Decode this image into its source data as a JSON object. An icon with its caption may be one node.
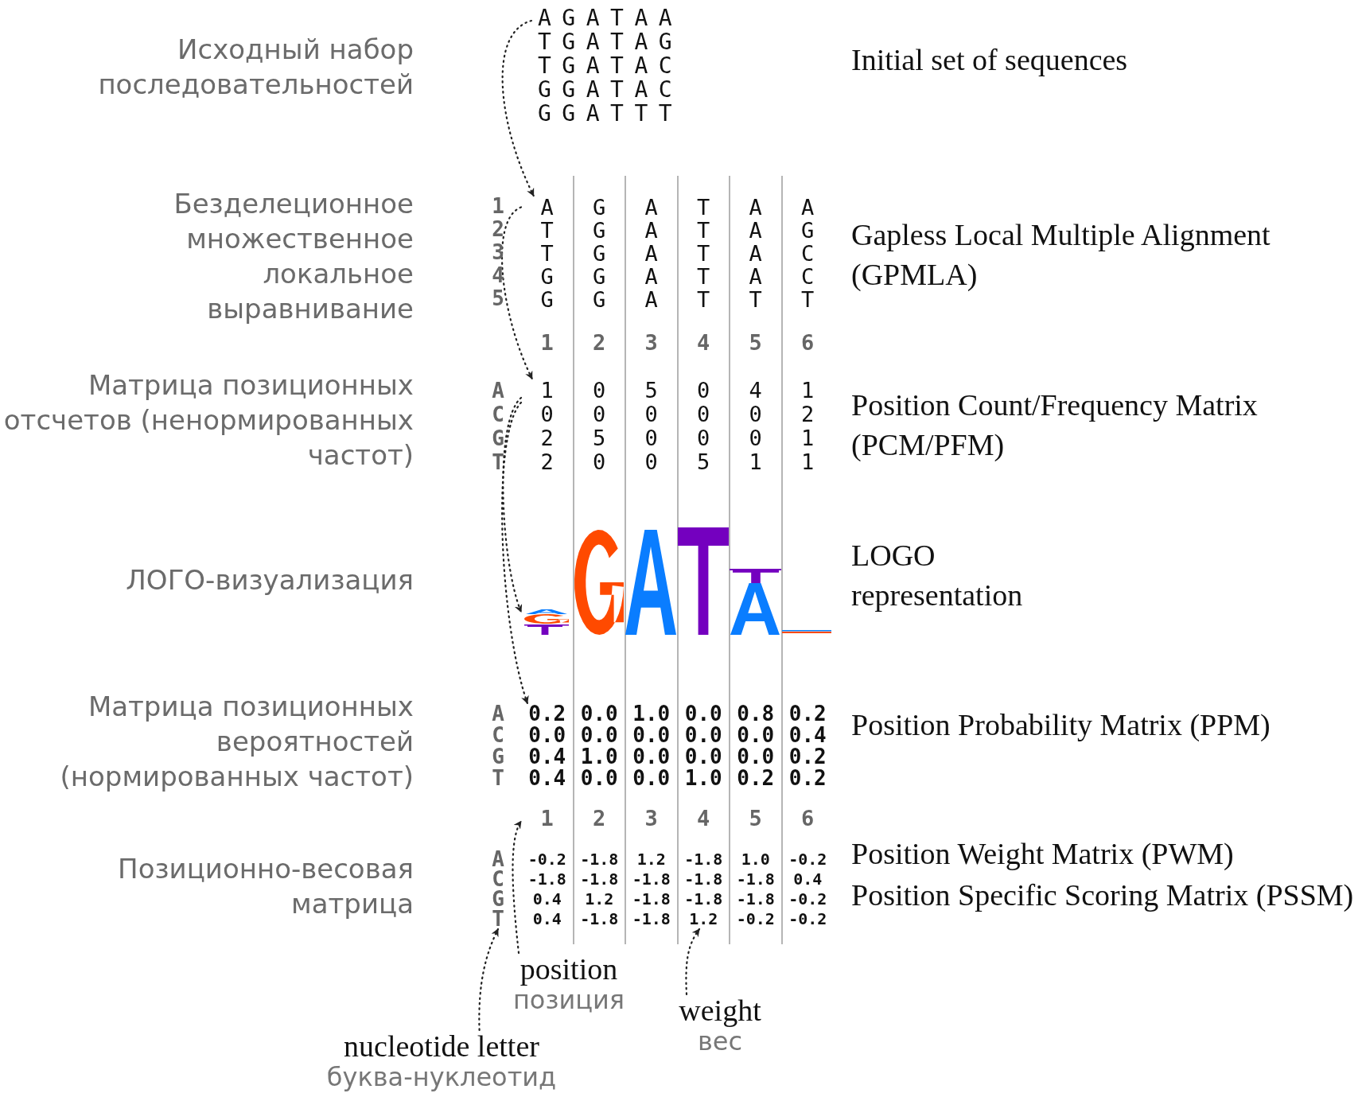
{
  "diagram": {
    "nodes": [
      {
        "text": [
          "AGATAA",
          "TGATAG",
          "TGATAC",
          "GGATAC",
          "GGATTT"
        ]
      },
      {
        "text": [
          "A",
          "G",
          "A",
          "T",
          "A",
          "A",
          "T",
          "G",
          "A",
          "T",
          "A",
          "G",
          "T",
          "G",
          "A",
          "T",
          "A",
          "C",
          "G",
          "G",
          "A",
          "T",
          "A",
          "C",
          "G",
          "G",
          "A",
          "T",
          "T",
          "T"
        ]
      },
      {
        "text": [
          "1",
          "0",
          "5",
          "0",
          "4",
          "1",
          "0",
          "0",
          "0",
          "0",
          "0",
          "2",
          "2",
          "5",
          "0",
          "0",
          "0",
          "1",
          "2",
          "0",
          "0",
          "5",
          "1",
          "1"
        ]
      },
      {
        "text": [],
        "shape": "picture"
      },
      {
        "text": [
          "0.2",
          "0.0",
          "1.0",
          "0.0",
          "0.8",
          "0.2",
          "0.0",
          "0.0",
          "0.0",
          "0.0",
          "0.0",
          "0.4",
          "0.4",
          "1.0",
          "0.0",
          "0.0",
          "0.0",
          "0.2",
          "0.4",
          "0.0",
          "0.0",
          "1.0",
          "0.2",
          "0.2"
        ]
      },
      {
        "text": [
          "-0.2",
          "-1.8",
          "1.2",
          "-1.8",
          "1.0",
          "-0.2",
          "-1.8",
          "-1.8",
          "-1.8",
          "-1.8",
          "-1.8",
          "0.4",
          "0.4",
          "1.2",
          "-1.8",
          "-1.8",
          "-1.8",
          "-0.2",
          "0.4",
          "-1.8",
          "-1.8",
          "1.2",
          "-0.2",
          "-0.2"
        ]
      },
      {
        "text": [
          "nucleotide letter",
          "буква-нуклеотид"
        ]
      },
      {
        "text": [
          "position",
          "позиция"
        ]
      },
      {
        "text": [
          "weight",
          "вес"
        ]
      },
      {
        "text": [
          "1"
        ]
      },
      {
        "text": [
          "T"
        ]
      }
    ],
    "edges": [
      {
        "from": 0,
        "to": 1,
        "arrow": "to",
        "style": "dashed"
      },
      {
        "from": 1,
        "to": 2,
        "arrow": "to",
        "style": "dashed"
      },
      {
        "from": 2,
        "to": 3,
        "arrow": "to",
        "style": "dashed"
      },
      {
        "from": 2,
        "to": 4,
        "arrow": "to",
        "style": "dashed"
      },
      {
        "from": 6,
        "to": 10,
        "arrow": "to",
        "style": "dashed"
      },
      {
        "from": 7,
        "to": 9,
        "arrow": "to",
        "style": "dashed"
      },
      {
        "from": 8,
        "to": 5,
        "arrow": "to",
        "style": "dashed"
      }
    ],
    "labels": [
      "Исходный набор последовательностей",
      "Initial set of sequences",
      "Безделеционное множественное локальное выравнивание",
      "Gapless Local Multiple Alignment (GPMLA)",
      "1",
      "2",
      "3",
      "4",
      "5",
      "1",
      "2",
      "3",
      "4",
      "5",
      "6",
      "Матрица позиционных отсчетов (ненормированных частот)",
      "Position Count/Frequency Matrix (PCM/PFM)",
      "A",
      "C",
      "G",
      "T",
      "ЛОГО-визуализация",
      "LOGO representation",
      "Матрица позиционных вероятностей (нормированных частот)",
      "Position Probability Matrix (PPM)",
      "A",
      "C",
      "G",
      "T",
      "2",
      "3",
      "4",
      "5",
      "6",
      "Позиционно-весовая матрица",
      "Position Weight Matrix (PWM)",
      "Position Specific Scoring Matrix (PSSM)",
      "A",
      "C",
      "G"
    ]
  }
}
